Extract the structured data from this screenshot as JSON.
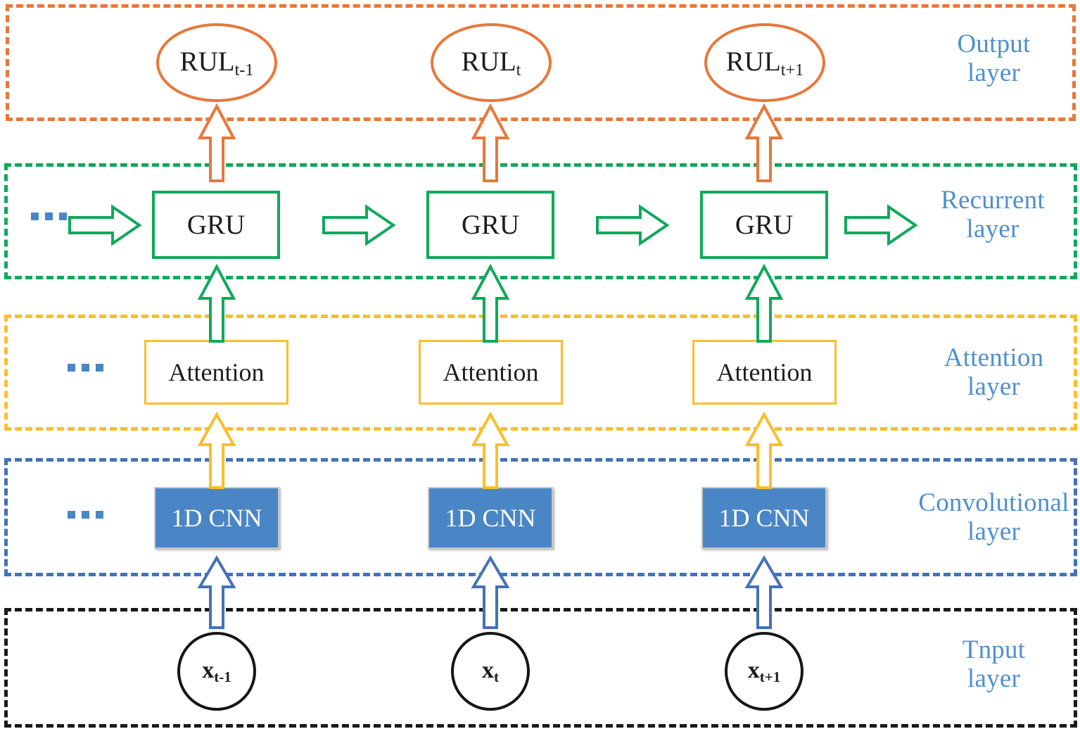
{
  "diagram": {
    "title": "CNN-Attention-GRU RUL prediction network architecture",
    "ellipsis": "...",
    "colors": {
      "output": "#e8773a",
      "recurrent": "#0fa95b",
      "attention": "#fbbe2b",
      "convolutional": "#4472b8",
      "input": "#1a1a1a",
      "cnn_fill": "#4a86c5",
      "label_text": "#4f8fd0"
    }
  },
  "layers": [
    {
      "id": "output",
      "label": "Output\nlayer"
    },
    {
      "id": "recurrent",
      "label": "Recurrent\nlayer"
    },
    {
      "id": "attention",
      "label": "Attention\nlayer"
    },
    {
      "id": "convolutional",
      "label": "Convolutional\nlayer"
    },
    {
      "id": "input",
      "label": "Tnput\nlayer"
    }
  ],
  "timesteps": [
    {
      "index": 0,
      "subscript": "t-1"
    },
    {
      "index": 1,
      "subscript": "t"
    },
    {
      "index": 2,
      "subscript": "t+1"
    }
  ],
  "nodes": {
    "output": [
      {
        "base": "RUL",
        "sub": "t-1"
      },
      {
        "base": "RUL",
        "sub": "t"
      },
      {
        "base": "RUL",
        "sub": "t+1"
      }
    ],
    "recurrent": [
      {
        "label": "GRU"
      },
      {
        "label": "GRU"
      },
      {
        "label": "GRU"
      }
    ],
    "attention": [
      {
        "label": "Attention"
      },
      {
        "label": "Attention"
      },
      {
        "label": "Attention"
      }
    ],
    "convolutional": [
      {
        "label": "1D CNN"
      },
      {
        "label": "1D CNN"
      },
      {
        "label": "1D CNN"
      }
    ],
    "input": [
      {
        "base": "x",
        "sub": "t-1"
      },
      {
        "base": "x",
        "sub": "t"
      },
      {
        "base": "x",
        "sub": "t+1"
      }
    ]
  },
  "flows": {
    "input_to_conv": "upward-block-arrow",
    "conv_to_attention": "upward-block-arrow",
    "attention_to_recurrent": "upward-block-arrow",
    "recurrent_to_output": "upward-block-arrow",
    "recurrent_chain": "rightward-block-arrow"
  }
}
